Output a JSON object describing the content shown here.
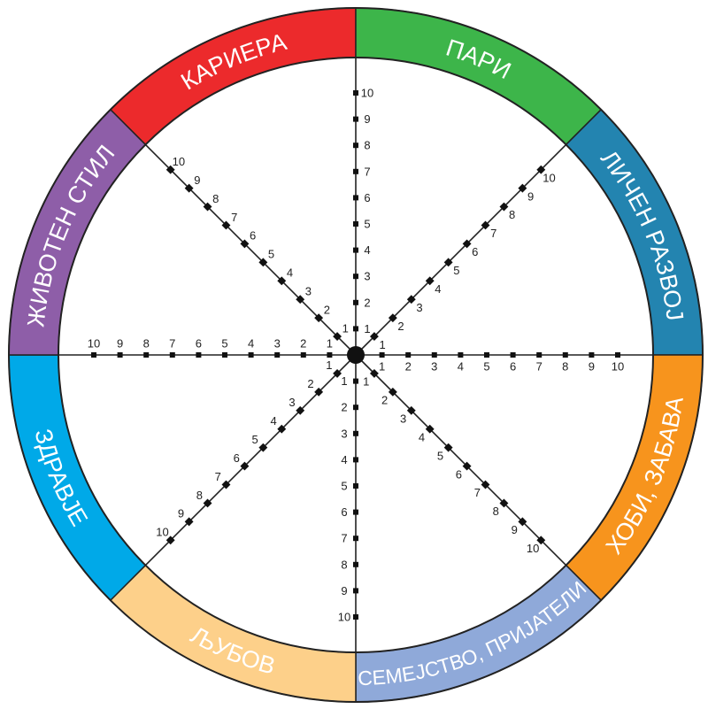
{
  "segments": [
    {
      "label": "КАРИЕРА",
      "color": "#ec2a2c"
    },
    {
      "label": "ПАРИ",
      "color": "#3db54a"
    },
    {
      "label": "ЛИЧЕН РАЗВОЈ",
      "color": "#2384b0"
    },
    {
      "label": "ХОБИ, ЗАБАВА",
      "color": "#f7941d"
    },
    {
      "label": "СЕМЕЈСТВО, ПРИЈАТЕЛИ",
      "color": "#8fa9d9"
    },
    {
      "label": "ЉУБОВ",
      "color": "#fdd08a"
    },
    {
      "label": "ЗДРАВЈЕ",
      "color": "#00a9e8"
    },
    {
      "label": "ЖИВОТЕН СТИЛ",
      "color": "#8e5ea8"
    }
  ],
  "scale": {
    "min": 1,
    "max": 10,
    "labels": [
      "1",
      "2",
      "3",
      "4",
      "5",
      "6",
      "7",
      "8",
      "9",
      "10"
    ]
  },
  "axes_count": 8,
  "ring_outline_color": "#222222"
}
